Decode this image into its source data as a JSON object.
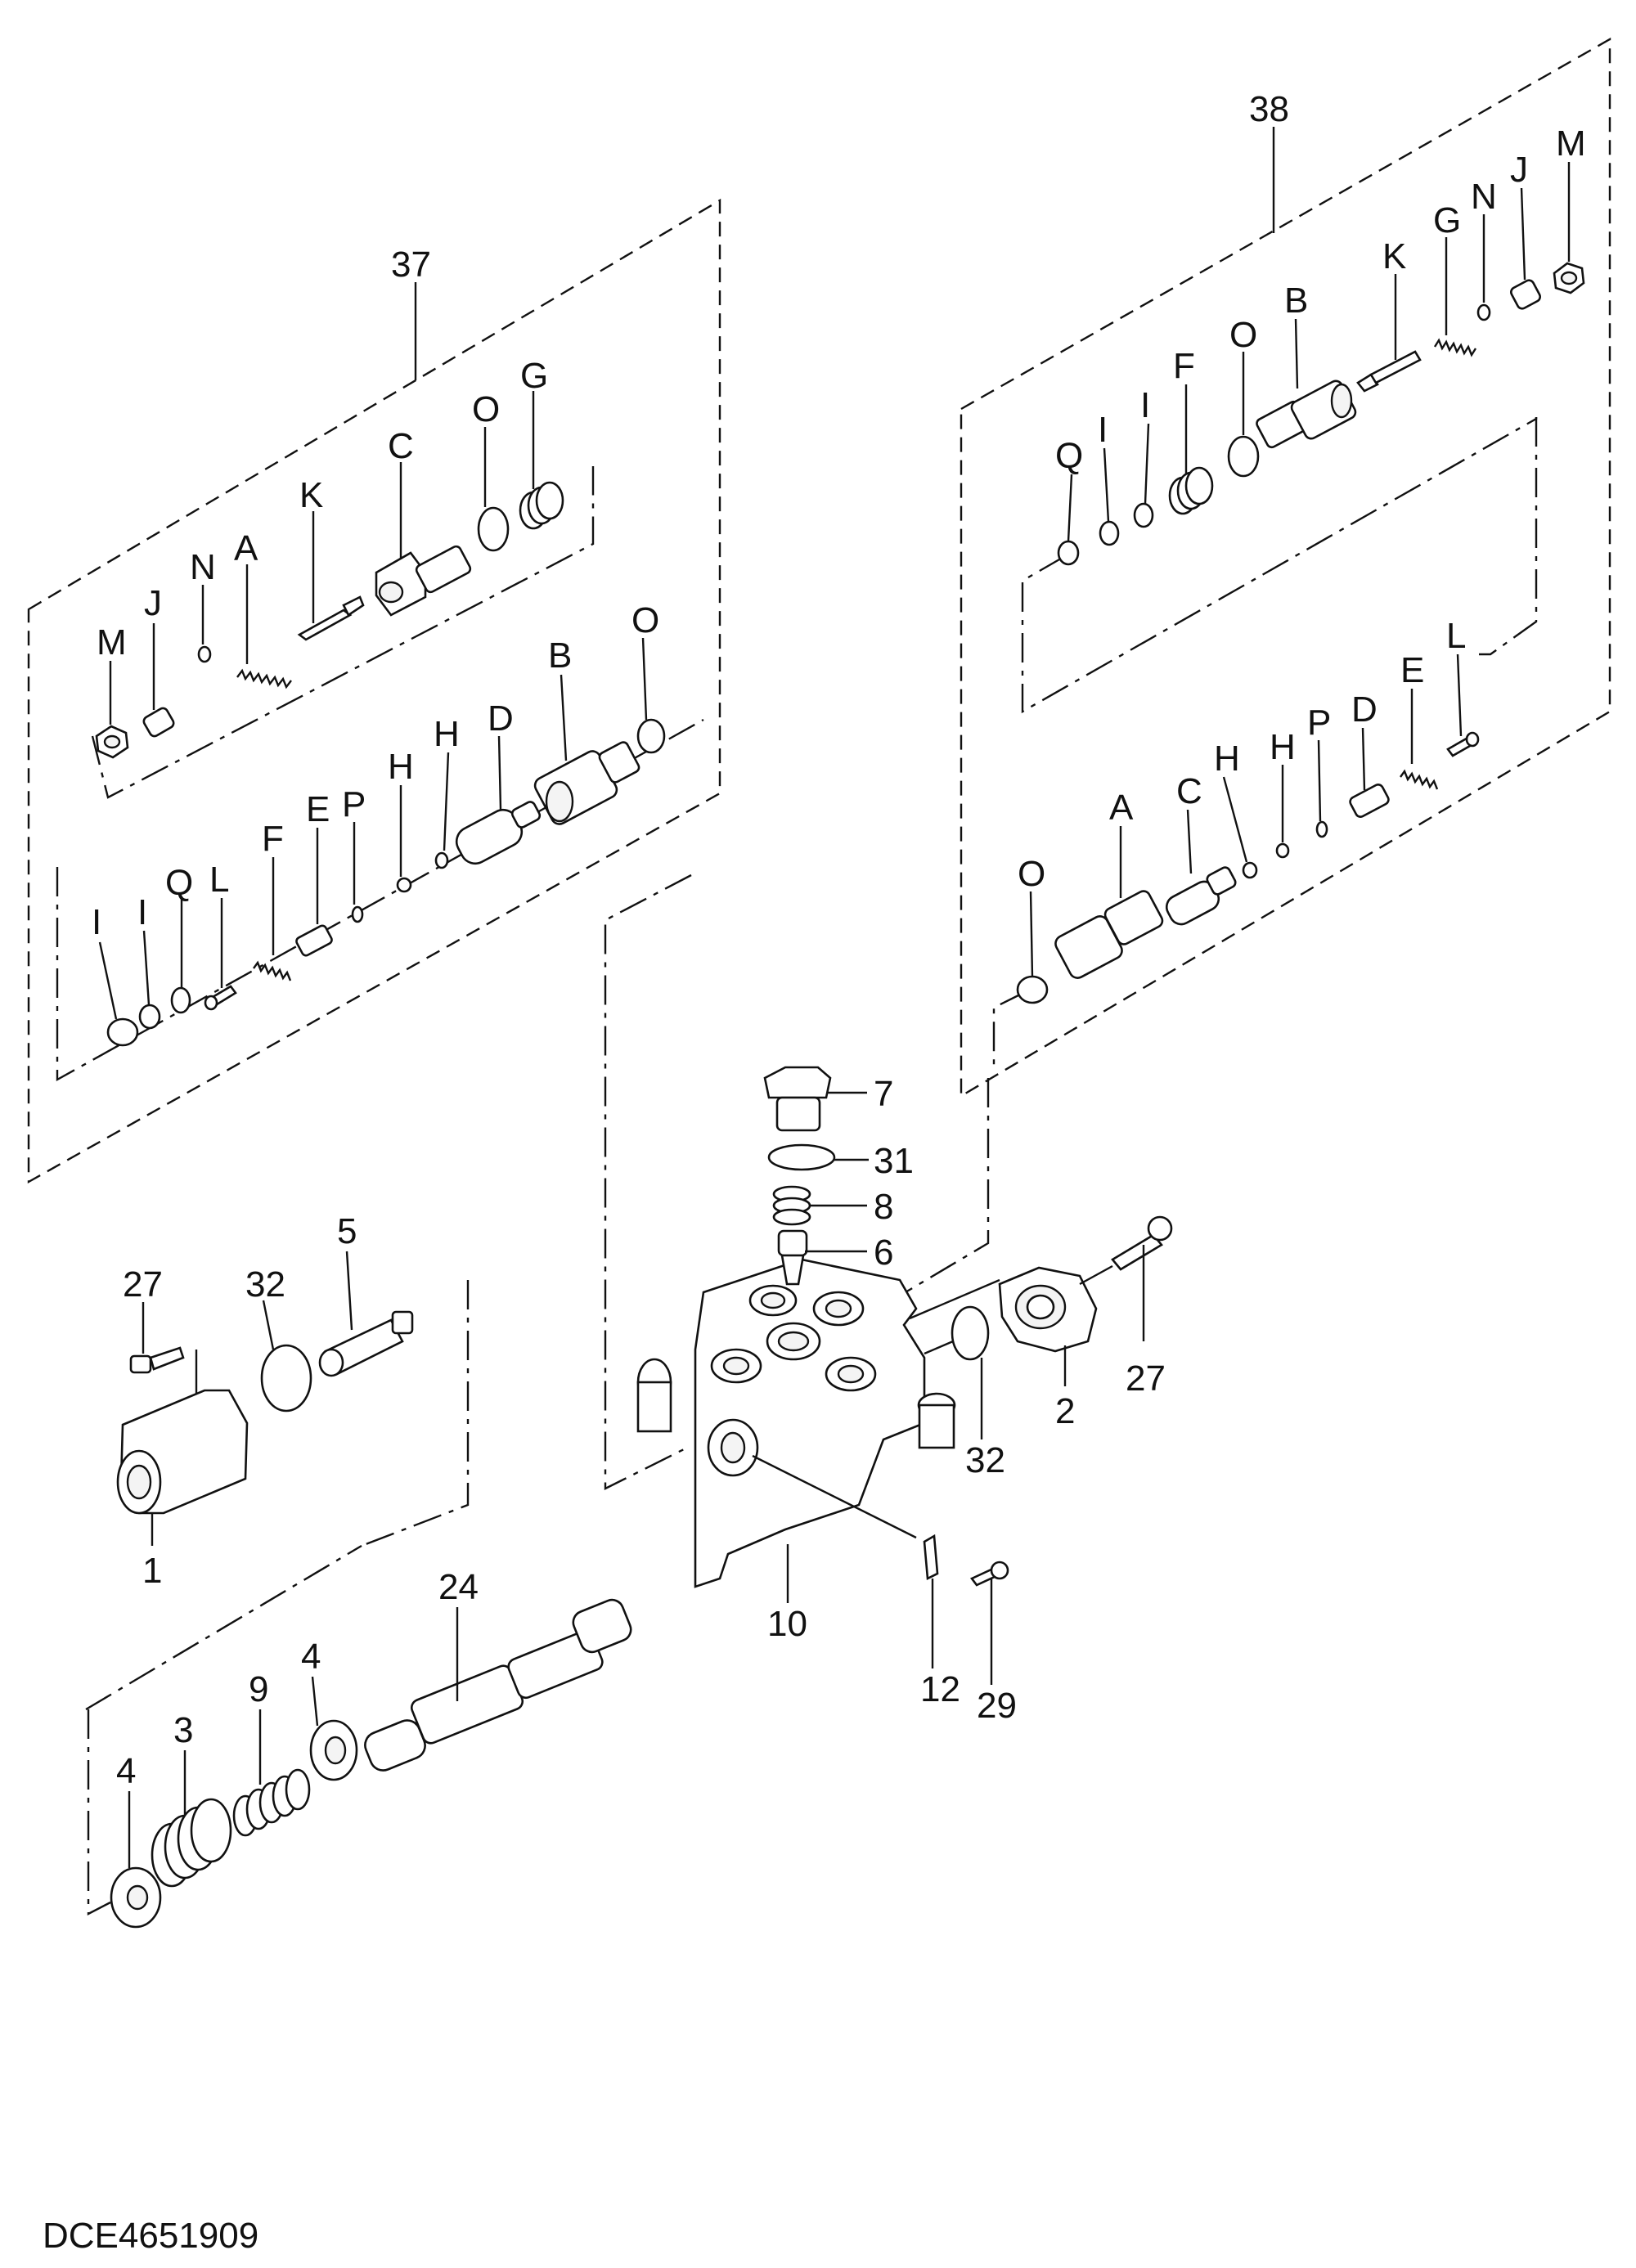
{
  "drawing_code": "DCE4651909",
  "callouts": {
    "c1": "1",
    "c2": "2",
    "c3": "3",
    "c4a": "4",
    "c4b": "4",
    "c5": "5",
    "c6": "6",
    "c7": "7",
    "c8": "8",
    "c9": "9",
    "c10": "10",
    "c12": "12",
    "c24": "24",
    "c27a": "27",
    "c27b": "27",
    "c29": "29",
    "c31": "31",
    "c32a": "32",
    "c32b": "32",
    "c37": "37",
    "c38": "38"
  },
  "kit37": {
    "M": "M",
    "J": "J",
    "N": "N",
    "A": "A",
    "K": "K",
    "C": "C",
    "O1": "O",
    "G": "G",
    "I1": "I",
    "I2": "I",
    "Q": "Q",
    "L": "L",
    "F": "F",
    "E": "E",
    "P": "P",
    "H1": "H",
    "H2": "H",
    "D": "D",
    "B": "B",
    "O2": "O"
  },
  "kit38": {
    "K": "K",
    "G": "G",
    "N": "N",
    "J": "J",
    "M": "M",
    "B": "B",
    "O1": "O",
    "F": "F",
    "I1": "I",
    "I2": "I",
    "Q": "Q",
    "L": "L",
    "E": "E",
    "D": "D",
    "P": "P",
    "H1": "H",
    "H2": "H",
    "C": "C",
    "A": "A",
    "O2": "O"
  }
}
